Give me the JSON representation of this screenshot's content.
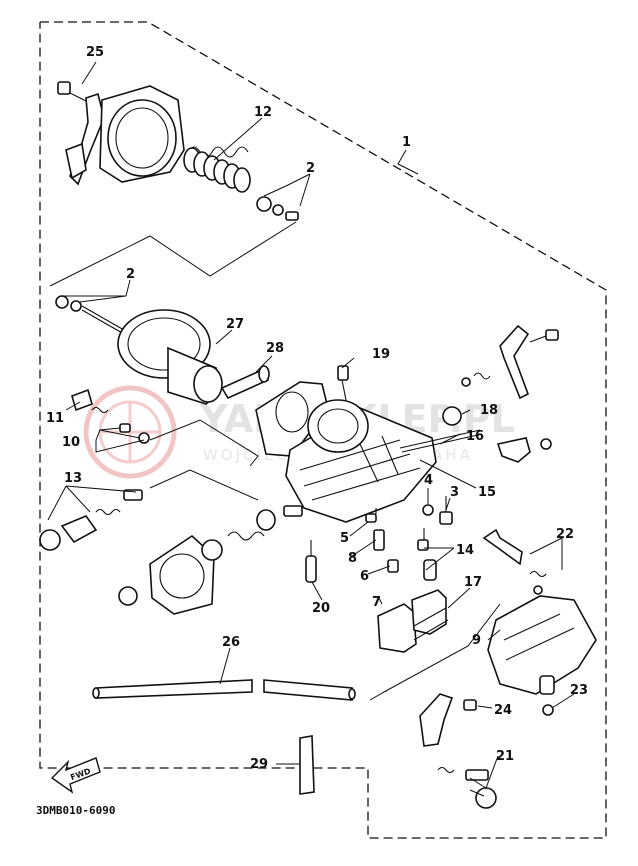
{
  "diagram": {
    "part_labels": [
      {
        "id": "25",
        "text": "25"
      },
      {
        "id": "12",
        "text": "12"
      },
      {
        "id": "1",
        "text": "1"
      },
      {
        "id": "2a",
        "text": "2"
      },
      {
        "id": "2b",
        "text": "2"
      },
      {
        "id": "27",
        "text": "27"
      },
      {
        "id": "28",
        "text": "28"
      },
      {
        "id": "19",
        "text": "19"
      },
      {
        "id": "11",
        "text": "11"
      },
      {
        "id": "10",
        "text": "10"
      },
      {
        "id": "18",
        "text": "18"
      },
      {
        "id": "16",
        "text": "16"
      },
      {
        "id": "13",
        "text": "13"
      },
      {
        "id": "4",
        "text": "4"
      },
      {
        "id": "3",
        "text": "3"
      },
      {
        "id": "15",
        "text": "15"
      },
      {
        "id": "22",
        "text": "22"
      },
      {
        "id": "5",
        "text": "5"
      },
      {
        "id": "8",
        "text": "8"
      },
      {
        "id": "14",
        "text": "14"
      },
      {
        "id": "6",
        "text": "6"
      },
      {
        "id": "20",
        "text": "20"
      },
      {
        "id": "7",
        "text": "7"
      },
      {
        "id": "17",
        "text": "17"
      },
      {
        "id": "9",
        "text": "9"
      },
      {
        "id": "26",
        "text": "26"
      },
      {
        "id": "23",
        "text": "23"
      },
      {
        "id": "24",
        "text": "24"
      },
      {
        "id": "21",
        "text": "21"
      },
      {
        "id": "29",
        "text": "29"
      }
    ],
    "fwd_label": "FWD",
    "drawing_code": "3DMB010-6090"
  },
  "watermark": {
    "main": "YAMASKLEP.PL",
    "sub": "WOJCIECH NOWAK YAMAHA"
  },
  "colors": {
    "line": "#111111",
    "watermark_logo": "#f2c4c4",
    "watermark_text": "#e3e3e3"
  }
}
